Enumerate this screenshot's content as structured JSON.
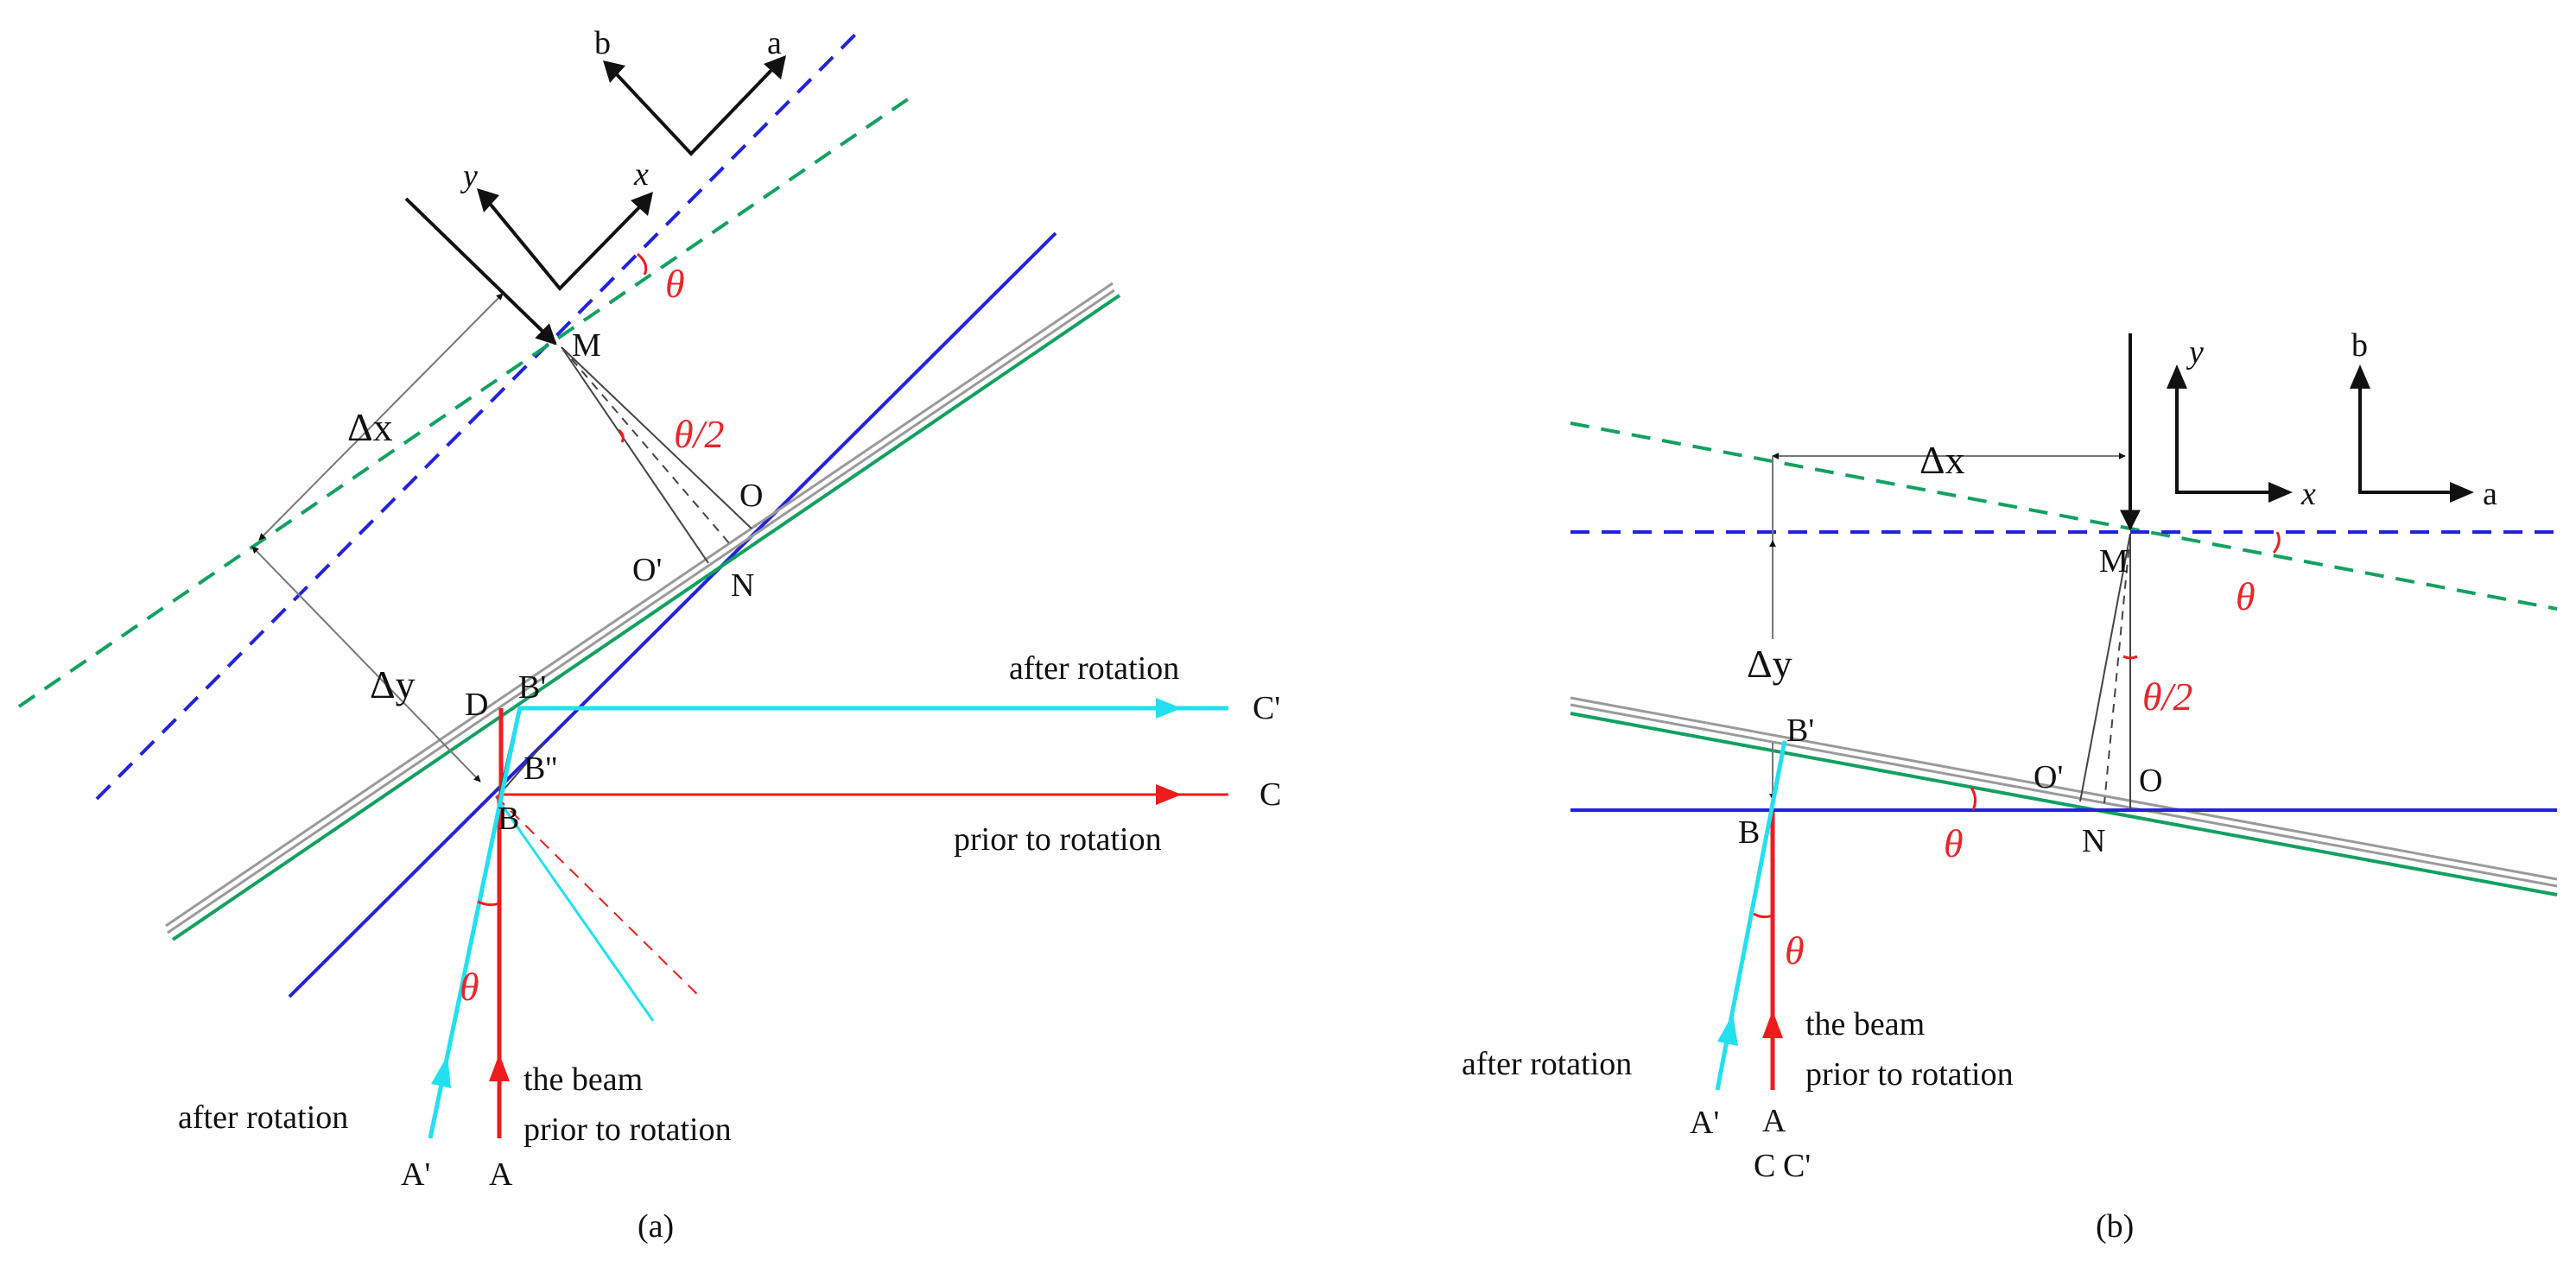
{
  "panel_a": {
    "caption": "(a)",
    "frame_axes": {
      "a": "a",
      "b": "b"
    },
    "beam_axes": {
      "x": "x",
      "y": "y"
    },
    "theta": "θ",
    "theta_half": "θ/2",
    "dx": "Δx",
    "dy": "Δy",
    "points": {
      "M": "M",
      "O": "O",
      "O_prime": "O'",
      "N": "N",
      "D": "D",
      "B_prime": "B'",
      "B_dprime": "B''",
      "B": "B",
      "C": "C",
      "C_prime": "C'",
      "A": "A",
      "A_prime": "A'"
    },
    "after_rotation_top": "after rotation",
    "prior_to_rotation_right": "prior to rotation",
    "after_rotation_bottom": "after rotation",
    "the_beam": "the beam",
    "prior_to_rotation_bottom": "prior to rotation"
  },
  "panel_b": {
    "caption": "(b)",
    "frame_axes": {
      "a": "a",
      "b": "b"
    },
    "beam_axes": {
      "x": "x",
      "y": "y"
    },
    "theta_top": "θ",
    "theta_mid": "θ",
    "theta_beam": "θ",
    "theta_half": "θ/2",
    "dx": "Δx",
    "dy": "Δy",
    "points": {
      "M": "M",
      "O": "O",
      "O_prime": "O'",
      "N": "N",
      "B_prime": "B'",
      "B": "B",
      "A": "A",
      "A_prime": "A'",
      "C": "C",
      "C_prime": "C'"
    },
    "after_rotation": "after rotation",
    "the_beam": "the beam",
    "prior_to_rotation": "prior to rotation"
  },
  "colors": {
    "blue": "#2222dd",
    "green": "#12a060",
    "gray": "#9a9a9a",
    "cyan": "#22e0f0",
    "red": "#ee1c1c",
    "black": "#111111"
  }
}
